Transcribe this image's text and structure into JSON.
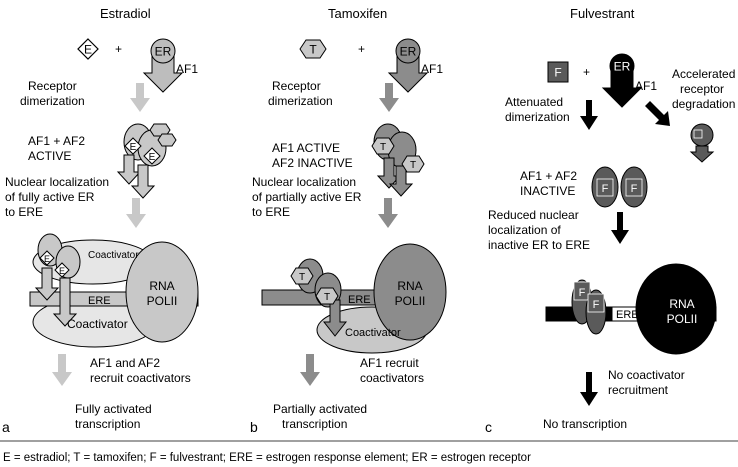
{
  "panels": {
    "estradiol": {
      "title": "Estradiol",
      "ligand": "E",
      "receptor": "ER",
      "af1": "AF1",
      "dimer_line1": "Receptor",
      "dimer_line2": "dimerization",
      "active_line1": "AF1 + AF2",
      "active_line2": "ACTIVE",
      "nuc_line1": "Nuclear localization",
      "nuc_line2": "of fully active ER",
      "nuc_line3": "to ERE",
      "coact_top": "Coactivator",
      "coact_bottom": "Coactivator",
      "ere": "ERE",
      "rna1": "RNA",
      "rna2": "POLII",
      "recruit_line1": "AF1 and AF2",
      "recruit_line2": "recruit coactivators",
      "result_line1": "Fully activated",
      "result_line2": "transcription",
      "letter": "a"
    },
    "tamoxifen": {
      "title": "Tamoxifen",
      "ligand": "T",
      "receptor": "ER",
      "af1": "AF1",
      "dimer_line1": "Receptor",
      "dimer_line2": "dimerization",
      "active_line1": "AF1 ACTIVE",
      "active_line2": "AF2 INACTIVE",
      "nuc_line1": "Nuclear localization",
      "nuc_line2": "of partially active ER",
      "nuc_line3": "to ERE",
      "ere": "ERE",
      "coact": "Coactivator",
      "rna1": "RNA",
      "rna2": "POLII",
      "recruit_line1": "AF1 recruit",
      "recruit_line2": "coactivators",
      "result_line1": "Partially activated",
      "result_line2": "transcription",
      "letter": "b"
    },
    "fulvestrant": {
      "title": "Fulvestrant",
      "ligand": "F",
      "receptor": "ER",
      "af1": "AF1",
      "atten_line1": "Attenuated",
      "atten_line2": "dimerization",
      "accel_line1": "Accelerated",
      "accel_line2": "receptor",
      "accel_line3": "degradation",
      "inactive_line1": "AF1 + AF2",
      "inactive_line2": "INACTIVE",
      "reduced_line1": "Reduced nuclear",
      "reduced_line2": "localization of",
      "reduced_line3": "inactive ER to ERE",
      "ere": "ERE",
      "rna1": "RNA",
      "rna2": "POLII",
      "nocoact_line1": "No coactivator",
      "nocoact_line2": "recruitment",
      "result": "No transcription",
      "letter": "c"
    }
  },
  "legend": "E = estradiol; T = tamoxifen; F = fulvestrant; ERE = estrogen response element; ER = estrogen receptor",
  "colors": {
    "light_gray": "#c8c8c8",
    "mid_gray": "#8c8c8c",
    "dark_gray": "#5a5a5a",
    "black": "#000000",
    "ellipse_light": "#e6e6e6"
  }
}
